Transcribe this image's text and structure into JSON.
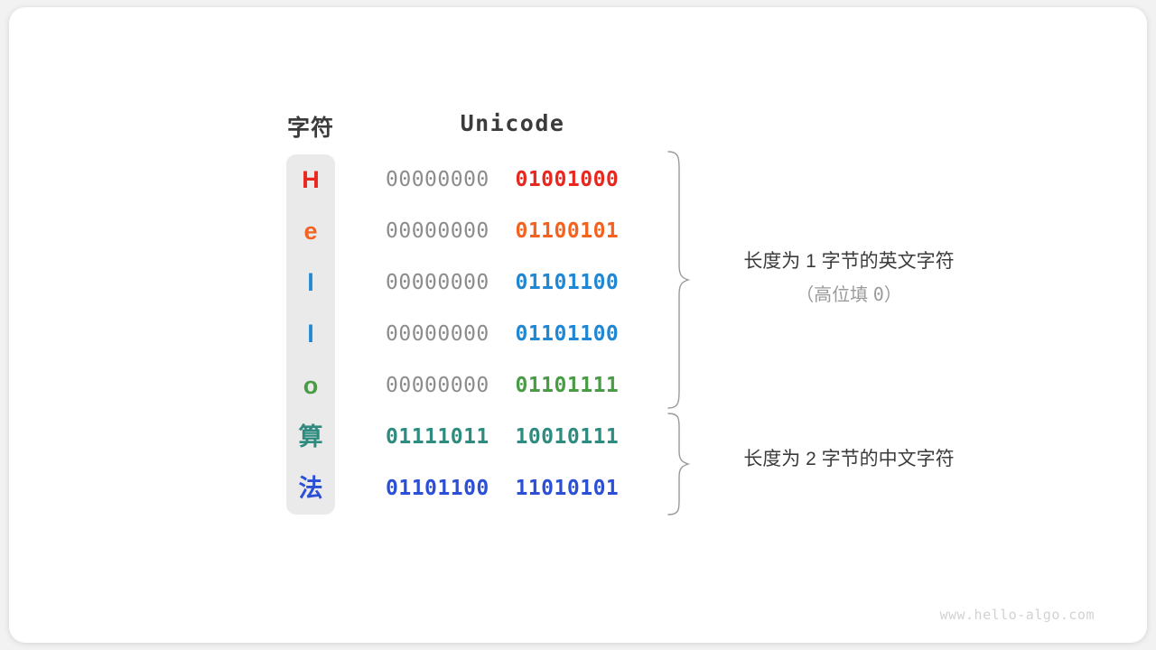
{
  "diagram": {
    "headers": {
      "char": "字符",
      "unicode": "Unicode"
    },
    "rows": [
      {
        "char": "H",
        "color": "#e8271e",
        "high_byte": "00000000",
        "low_byte": "01001000",
        "high_bold": false
      },
      {
        "char": "e",
        "color": "#f4621f",
        "high_byte": "00000000",
        "low_byte": "01100101",
        "high_bold": false
      },
      {
        "char": "l",
        "color": "#1f87d4",
        "high_byte": "00000000",
        "low_byte": "01101100",
        "high_bold": false
      },
      {
        "char": "l",
        "color": "#1f87d4",
        "high_byte": "00000000",
        "low_byte": "01101100",
        "high_bold": false
      },
      {
        "char": "o",
        "color": "#4a9b45",
        "high_byte": "00000000",
        "low_byte": "01101111",
        "high_bold": false
      },
      {
        "char": "算",
        "color": "#2e8b7f",
        "high_byte": "01111011",
        "low_byte": "10010111",
        "high_bold": true,
        "high_color": "#2e8b7f"
      },
      {
        "char": "法",
        "color": "#2b50d6",
        "high_byte": "01101100",
        "low_byte": "11010101",
        "high_bold": true,
        "high_color": "#2b50d6"
      }
    ],
    "annotations": [
      {
        "main": "长度为 1 字节的英文字符",
        "sub_prefix": "（高位填 ",
        "sub_zero": "0",
        "sub_suffix": "）"
      },
      {
        "main": "长度为 2 字节的中文字符",
        "sub_prefix": "",
        "sub_zero": "",
        "sub_suffix": ""
      }
    ],
    "brace_color": "#9a9a9a",
    "panel_color": "#eaeaea",
    "watermark": "www.hello-algo.com"
  }
}
